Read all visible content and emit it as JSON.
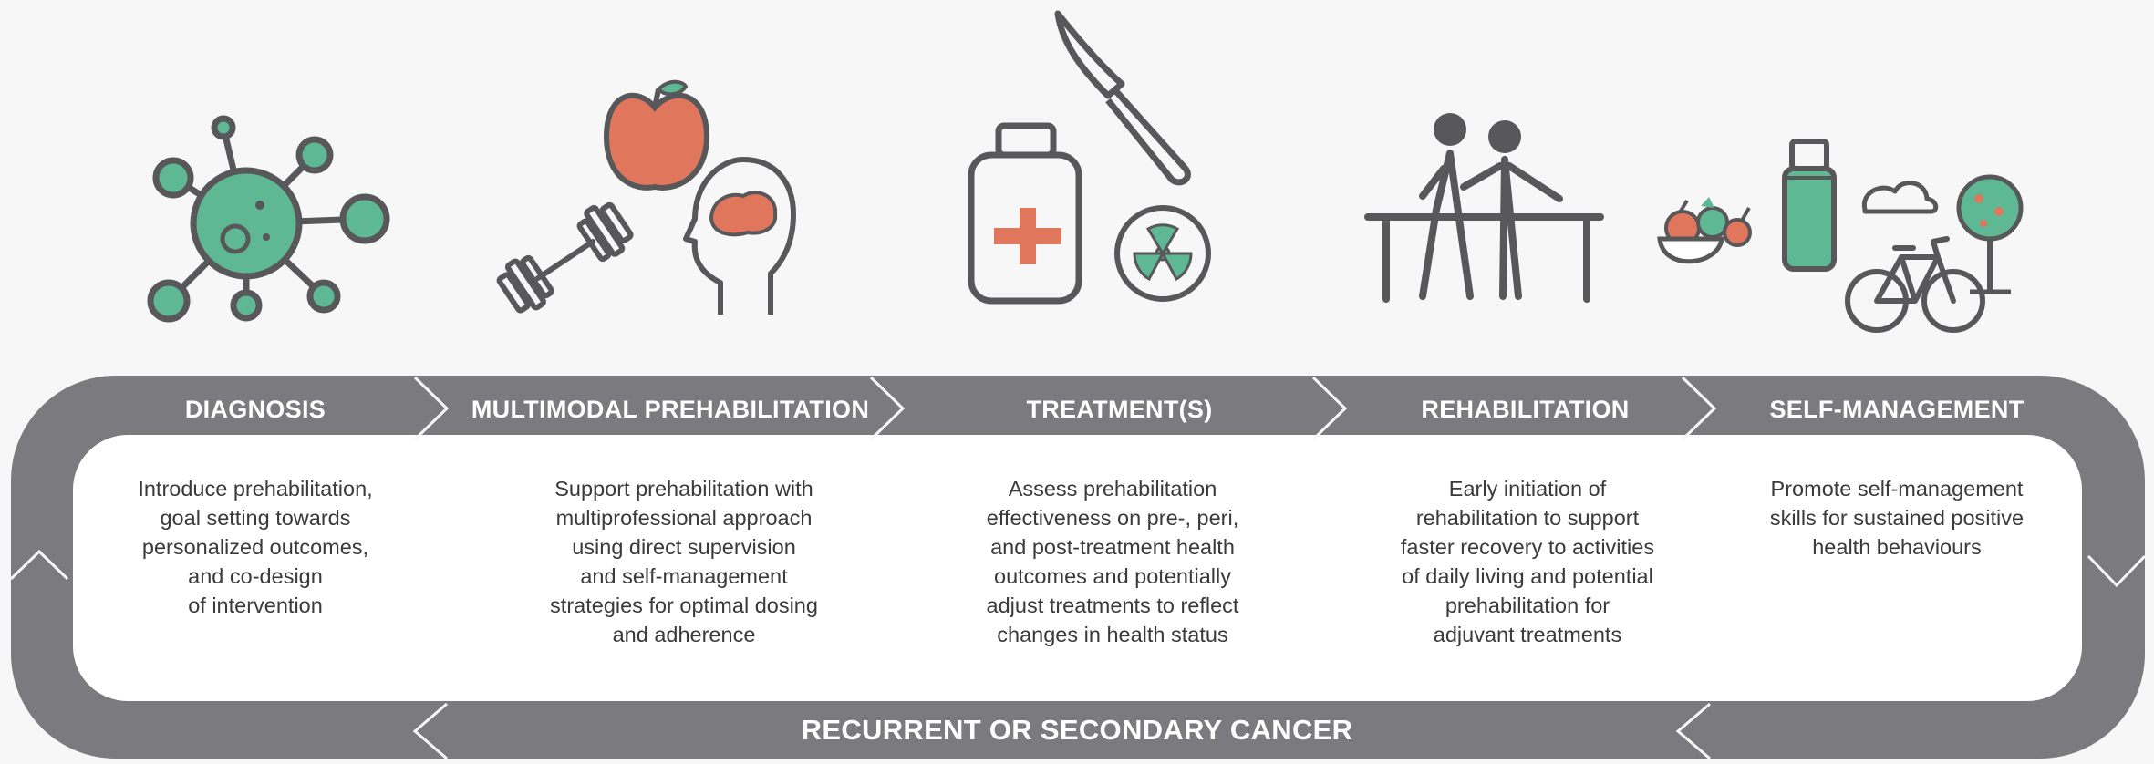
{
  "stages": [
    {
      "title": "DIAGNOSIS",
      "description": "Introduce prehabilitation,\ngoal setting towards\npersonalized outcomes,\nand co-design\nof intervention"
    },
    {
      "title": "MULTIMODAL PREHABILITATION",
      "description": "Support prehabilitation with\nmultiprofessional approach\nusing direct supervision\nand self-management\nstrategies for optimal dosing\nand adherence"
    },
    {
      "title": "TREATMENT(S)",
      "description": "Assess prehabilitation\neffectiveness on pre-, peri,\nand post-treatment health\noutcomes and potentially\nadjust treatments to reflect\nchanges in health status"
    },
    {
      "title": "REHABILITATION",
      "description": "Early initiation of\nrehabilitation to support\nfaster recovery to activities\nof daily living and potential\nprehabilitation for\nadjuvant treatments"
    },
    {
      "title": "SELF-MANAGEMENT",
      "description": "Promote self-management\nskills for sustained positive\nhealth behaviours"
    }
  ],
  "bottom_label": "RECURRENT OR SECONDARY CANCER",
  "icons": [
    "virus-icon",
    "apple-icon",
    "dumbbell-icon",
    "brain-head-icon",
    "medicine-bottle-icon",
    "scalpel-icon",
    "radiation-icon",
    "rehabilitation-support-icon",
    "fruit-bowl-icon",
    "water-bottle-icon",
    "cloud-icon",
    "tree-icon",
    "bicycle-icon"
  ],
  "colors": {
    "band": "#7b7b7f",
    "icon_stroke": "#58585a",
    "green": "#5fb894",
    "orange": "#e0765b",
    "panel": "#ffffff",
    "background": "#f7f7f7",
    "text": "#3a3a3a"
  }
}
